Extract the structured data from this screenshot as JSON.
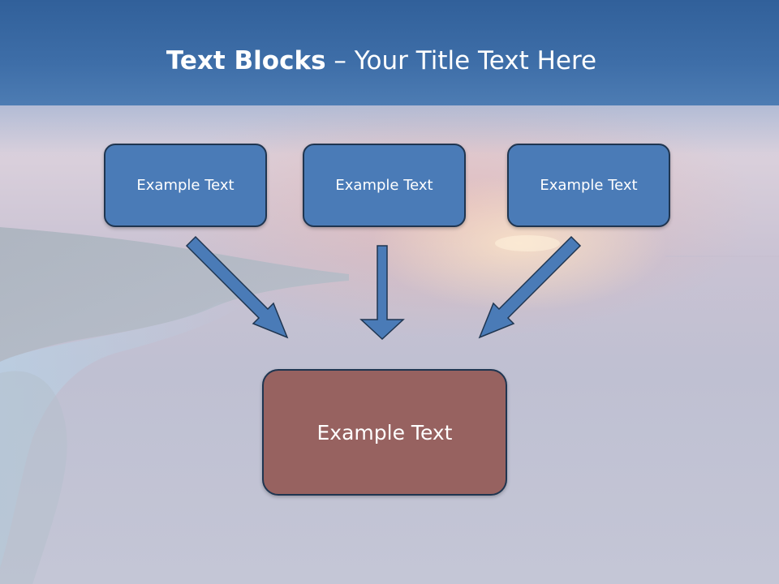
{
  "slide": {
    "title_bold": "Text Blocks",
    "title_separator": " – ",
    "title_rest": "Your Title Text Here",
    "boxes": [
      {
        "text": "Example Text"
      },
      {
        "text": "Example Text"
      },
      {
        "text": "Example Text"
      }
    ],
    "main_box": {
      "text": "Example Text"
    }
  },
  "colors": {
    "header": "#3e6ea8",
    "box_fill": "#4a7bb7",
    "box_border": "#1f3550",
    "main_box_fill": "#976260",
    "arrow_fill": "#4a7bb7"
  }
}
